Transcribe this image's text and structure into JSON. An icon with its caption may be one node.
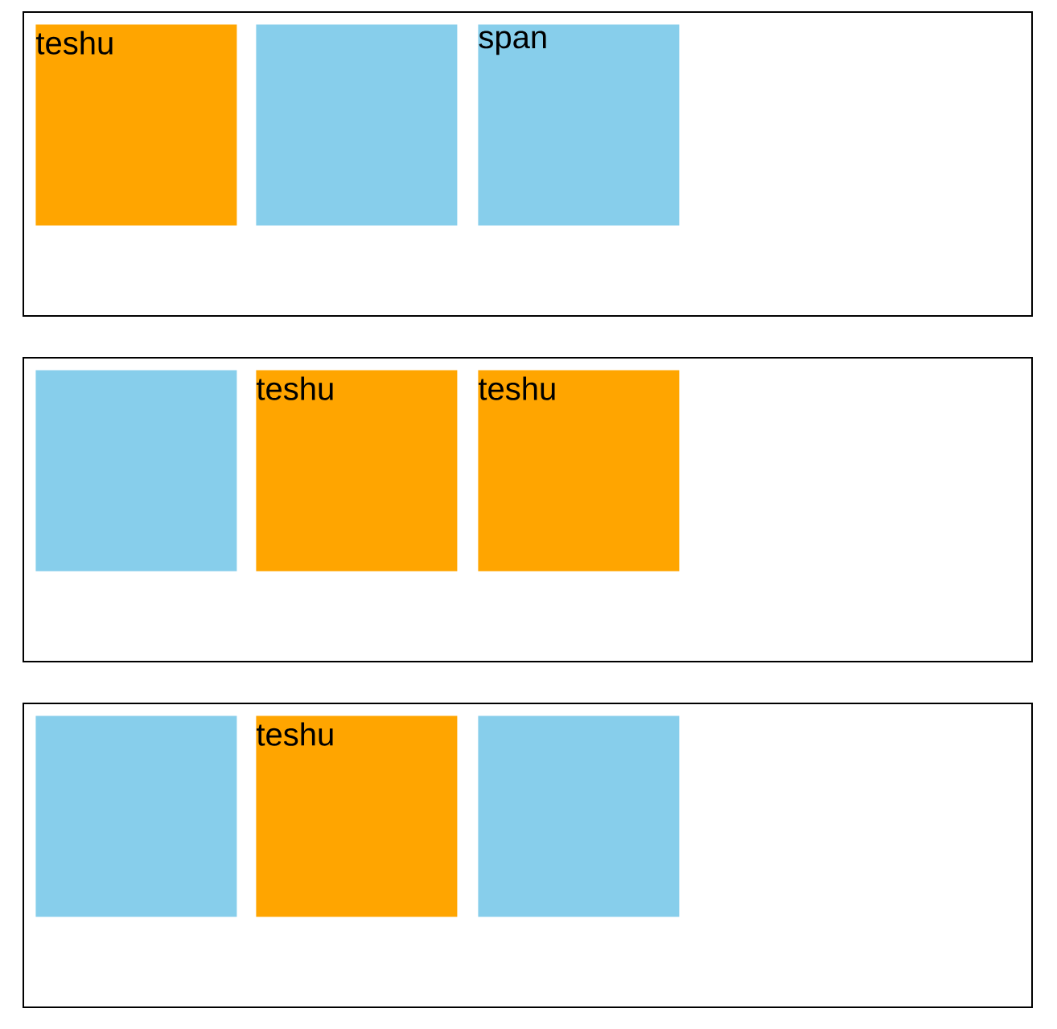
{
  "diagram": {
    "nodes": [
      {
        "text": [],
        "shape": "box"
      },
      {
        "text": [
          "teshu"
        ],
        "in": 0
      },
      {
        "text": [],
        "shape": "box",
        "in": 0
      },
      {
        "text": [
          "span"
        ],
        "in": 0
      },
      {
        "text": [],
        "shape": "box"
      },
      {
        "text": [],
        "shape": "box",
        "in": 4
      },
      {
        "text": [
          "teshu"
        ],
        "in": 4
      },
      {
        "text": [
          "teshu"
        ],
        "in": 4
      },
      {
        "text": [],
        "shape": "box"
      },
      {
        "text": [],
        "shape": "box",
        "in": 8
      },
      {
        "text": [
          "teshu"
        ],
        "in": 8
      },
      {
        "text": [],
        "shape": "box",
        "in": 8
      }
    ]
  }
}
